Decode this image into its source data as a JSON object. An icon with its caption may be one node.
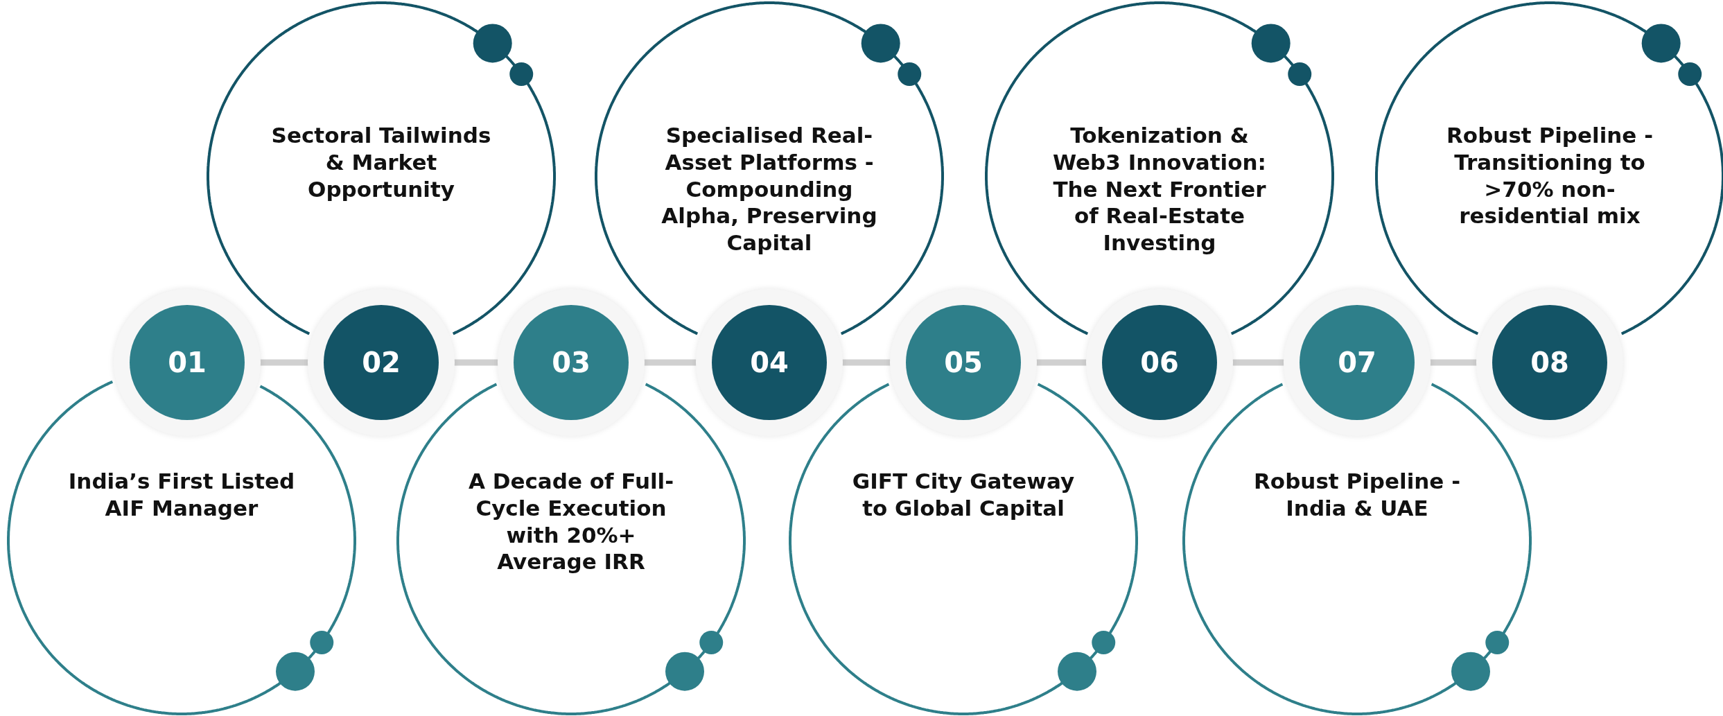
{
  "diagram": {
    "nodes": [
      {
        "text": [
          "01"
        ]
      },
      {
        "text": [
          "India’s First Listed AIF Manager"
        ]
      },
      {
        "text": [
          "02"
        ]
      },
      {
        "text": [
          "Sectoral Tailwinds & Market Opportunity"
        ]
      },
      {
        "text": [
          "03"
        ]
      },
      {
        "text": [
          "A Decade of Full-Cycle Execution with 20%+ Average IRR"
        ]
      },
      {
        "text": [
          "04"
        ]
      },
      {
        "text": [
          "Specialised Real-Asset Platforms - Compounding Alpha, Preserving Capital"
        ]
      },
      {
        "text": [
          "05"
        ]
      },
      {
        "text": [
          "GIFT City Gateway to Global Capital"
        ]
      },
      {
        "text": [
          "06"
        ]
      },
      {
        "text": [
          "Tokenization & Web3 Innovation: The Next Frontier of Real-Estate Investing"
        ]
      },
      {
        "text": [
          "07"
        ]
      },
      {
        "text": [
          "Robust Pipeline - India & UAE"
        ]
      },
      {
        "text": [
          "08"
        ]
      },
      {
        "text": [
          "Robust Pipeline - Transitioning to >70% non-residential mix"
        ]
      }
    ],
    "edges": [
      {
        "from": 0,
        "to": 2,
        "arrow": "none"
      },
      {
        "from": 2,
        "to": 4,
        "arrow": "none"
      },
      {
        "from": 4,
        "to": 6,
        "arrow": "none"
      },
      {
        "from": 6,
        "to": 8,
        "arrow": "none"
      },
      {
        "from": 8,
        "to": 10,
        "arrow": "none"
      },
      {
        "from": 10,
        "to": 12,
        "arrow": "none"
      },
      {
        "from": 12,
        "to": 14,
        "arrow": "none"
      }
    ]
  }
}
